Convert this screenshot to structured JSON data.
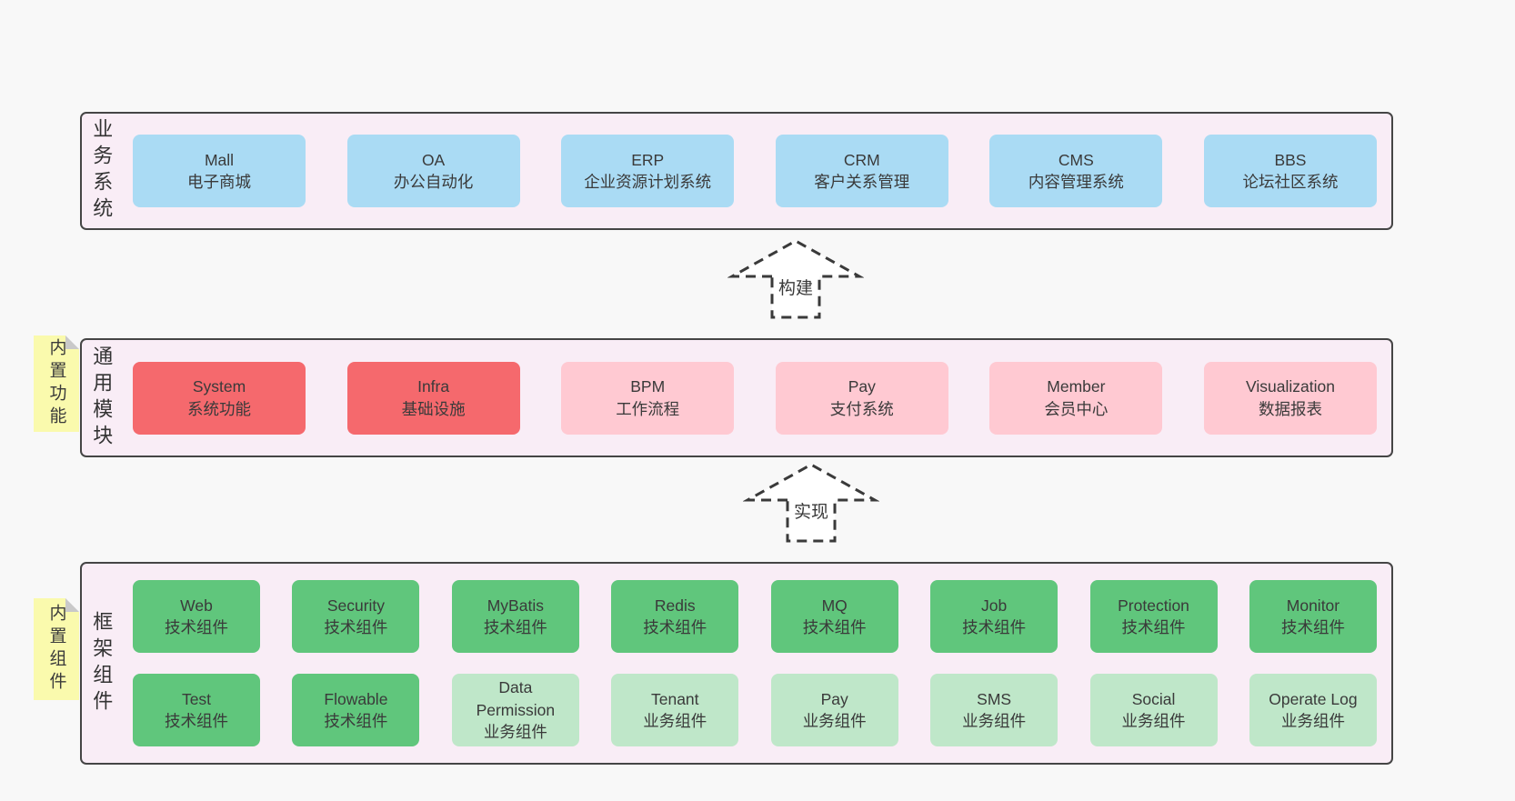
{
  "diagram": {
    "colors": {
      "page_bg": "#f8f8f8",
      "section_bg": "#f9edf6",
      "section_border": "#454545",
      "blue": "#aadbf4",
      "red": "#f5696d",
      "pink": "#ffc9d2",
      "green": "#60c67c",
      "light_green": "#bfe7c9",
      "note_yellow": "#fafaad",
      "text": "#3d3d3d"
    },
    "arrows": [
      {
        "label": "构建"
      },
      {
        "label": "实现"
      }
    ],
    "layers": {
      "business": {
        "label": "业务系统",
        "boxes": [
          {
            "title": "Mall",
            "subtitle": "电子商城",
            "variant": "blue"
          },
          {
            "title": "OA",
            "subtitle": "办公自动化",
            "variant": "blue"
          },
          {
            "title": "ERP",
            "subtitle": "企业资源计划系统",
            "variant": "blue"
          },
          {
            "title": "CRM",
            "subtitle": "客户关系管理",
            "variant": "blue"
          },
          {
            "title": "CMS",
            "subtitle": "内容管理系统",
            "variant": "blue"
          },
          {
            "title": "BBS",
            "subtitle": "论坛社区系统",
            "variant": "blue"
          }
        ]
      },
      "modules": {
        "label": "通用模块",
        "note": "内置功能",
        "boxes": [
          {
            "title": "System",
            "subtitle": "系统功能",
            "variant": "red"
          },
          {
            "title": "Infra",
            "subtitle": "基础设施",
            "variant": "red"
          },
          {
            "title": "BPM",
            "subtitle": "工作流程",
            "variant": "pink"
          },
          {
            "title": "Pay",
            "subtitle": "支付系统",
            "variant": "pink"
          },
          {
            "title": "Member",
            "subtitle": "会员中心",
            "variant": "pink"
          },
          {
            "title": "Visualization",
            "subtitle": "数据报表",
            "variant": "pink"
          }
        ]
      },
      "components": {
        "label": "框架组件",
        "note": "内置组件",
        "rows": [
          [
            {
              "title": "Web",
              "subtitle": "技术组件",
              "variant": "green"
            },
            {
              "title": "Security",
              "subtitle": "技术组件",
              "variant": "green"
            },
            {
              "title": "MyBatis",
              "subtitle": "技术组件",
              "variant": "green"
            },
            {
              "title": "Redis",
              "subtitle": "技术组件",
              "variant": "green"
            },
            {
              "title": "MQ",
              "subtitle": "技术组件",
              "variant": "green"
            },
            {
              "title": "Job",
              "subtitle": "技术组件",
              "variant": "green"
            },
            {
              "title": "Protection",
              "subtitle": "技术组件",
              "variant": "green"
            },
            {
              "title": "Monitor",
              "subtitle": "技术组件",
              "variant": "green"
            }
          ],
          [
            {
              "title": "Test",
              "subtitle": "技术组件",
              "variant": "green"
            },
            {
              "title": "Flowable",
              "subtitle": "技术组件",
              "variant": "green"
            },
            {
              "title": "Data Permission",
              "subtitle": "业务组件",
              "variant": "lightgreen"
            },
            {
              "title": "Tenant",
              "subtitle": "业务组件",
              "variant": "lightgreen"
            },
            {
              "title": "Pay",
              "subtitle": "业务组件",
              "variant": "lightgreen"
            },
            {
              "title": "SMS",
              "subtitle": "业务组件",
              "variant": "lightgreen"
            },
            {
              "title": "Social",
              "subtitle": "业务组件",
              "variant": "lightgreen"
            },
            {
              "title": "Operate Log",
              "subtitle": "业务组件",
              "variant": "lightgreen"
            }
          ]
        ]
      }
    }
  }
}
